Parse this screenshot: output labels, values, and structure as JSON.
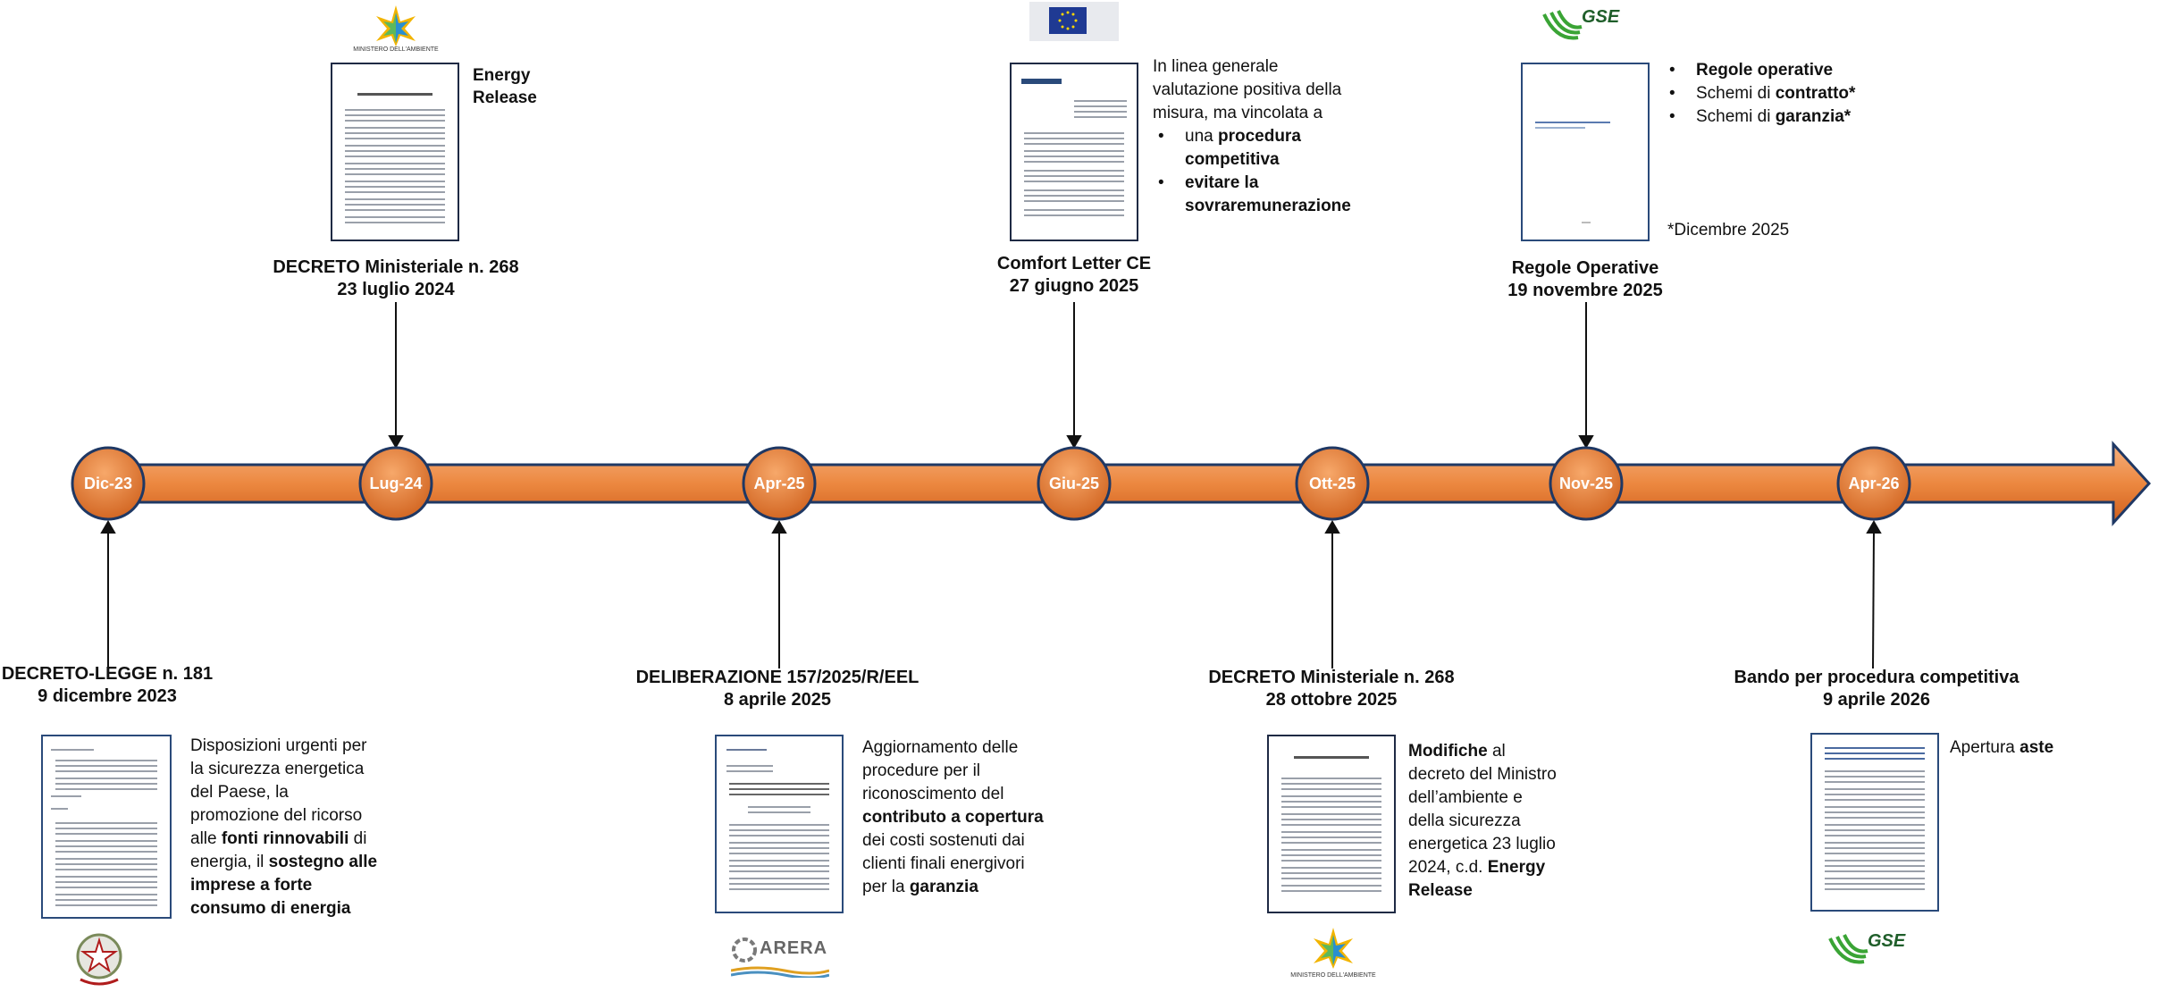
{
  "timeline": {
    "nodes": [
      {
        "label": "Dic-23"
      },
      {
        "label": "Lug-24"
      },
      {
        "label": "Apr-25"
      },
      {
        "label": "Giu-25"
      },
      {
        "label": "Ott-25"
      },
      {
        "label": "Nov-25"
      },
      {
        "label": "Apr-26"
      }
    ],
    "colors": {
      "arrow_top": "#f4a36a",
      "arrow_bottom": "#d2601e",
      "outline": "#1f3864",
      "doc_border": "#1f2a44"
    }
  },
  "events": {
    "dl181": {
      "title_1": "DECRETO-LEGGE n. 181",
      "title_2": "9 dicembre 2023",
      "desc": [
        {
          "t": "Disposizioni urgenti per"
        },
        {
          "t": "la sicurezza energetica"
        },
        {
          "t": "del Paese, la"
        },
        {
          "t": "promozione del ricorso"
        },
        {
          "p1": "alle ",
          "b": "fonti rinnovabili",
          "p2": " di"
        },
        {
          "p1": "energia, il ",
          "b": "sostegno alle",
          "p2": ""
        },
        {
          "p1": "",
          "b": "imprese a forte",
          "p2": ""
        },
        {
          "p1": "",
          "b": "consumo di energia",
          "p2": ""
        }
      ]
    },
    "dm268_2024": {
      "title_1": "DECRETO Ministeriale n. 268",
      "title_2": "23 luglio 2024",
      "side_1": "Energy",
      "side_2": "Release",
      "logo_caption": "MINISTERO DELL'AMBIENTE"
    },
    "delib157": {
      "title_1": "DELIBERAZIONE 157/2025/R/EEL",
      "title_2": "8 aprile 2025",
      "desc": [
        {
          "p1": "Aggiornamento delle",
          "b": "",
          "p2": ""
        },
        {
          "p1": "procedure per il",
          "b": "",
          "p2": ""
        },
        {
          "p1": "riconoscimento del",
          "b": "",
          "p2": ""
        },
        {
          "p1": "",
          "b": "contributo a copertura",
          "p2": ""
        },
        {
          "p1": "dei costi sostenuti dai",
          "b": "",
          "p2": ""
        },
        {
          "p1": "clienti finali energivori",
          "b": "",
          "p2": ""
        },
        {
          "p1": "per la ",
          "b": "garanzia",
          "p2": ""
        }
      ],
      "logo": "ARERA"
    },
    "comfort_letter": {
      "title_1": "Comfort Letter CE",
      "title_2": "27 giugno 2025",
      "desc_1": "In linea generale",
      "desc_2": "valutazione positiva della",
      "desc_3": "misura, ma vincolata a",
      "bullet_1a": "una ",
      "bullet_1b": "procedura",
      "bullet_1c": "competitiva",
      "bullet_2a": "evitare la",
      "bullet_2b": "sovraremunerazione"
    },
    "dm268_2025": {
      "title_1": "DECRETO Ministeriale n. 268",
      "title_2": "28 ottobre 2025",
      "desc": [
        {
          "p1": "",
          "b": "Modifiche",
          "p2": " al"
        },
        {
          "p1": "decreto del Ministro",
          "b": "",
          "p2": ""
        },
        {
          "p1": "dell’ambiente e",
          "b": "",
          "p2": ""
        },
        {
          "p1": "della sicurezza",
          "b": "",
          "p2": ""
        },
        {
          "p1": "energetica 23 luglio",
          "b": "",
          "p2": ""
        },
        {
          "p1": "2024, c.d. ",
          "b": "Energy",
          "p2": ""
        },
        {
          "p1": "",
          "b": "Release",
          "p2": ""
        }
      ],
      "logo_caption": "MINISTERO DELL'AMBIENTE"
    },
    "regole": {
      "title_1": "Regole Operative",
      "title_2": "19 novembre 2025",
      "bullets": [
        {
          "p1": "",
          "b": "Regole operative",
          "p2": ""
        },
        {
          "p1": "Schemi di ",
          "b": "contratto*",
          "p2": ""
        },
        {
          "p1": "Schemi di ",
          "b": "garanzia*",
          "p2": ""
        }
      ],
      "note": "*Dicembre 2025",
      "logo": "GSE"
    },
    "bando": {
      "title_1": "Bando per procedura competitiva",
      "title_2": "9 aprile 2026",
      "desc_1": "Apertura ",
      "desc_2": "aste",
      "logo": "GSE"
    }
  }
}
